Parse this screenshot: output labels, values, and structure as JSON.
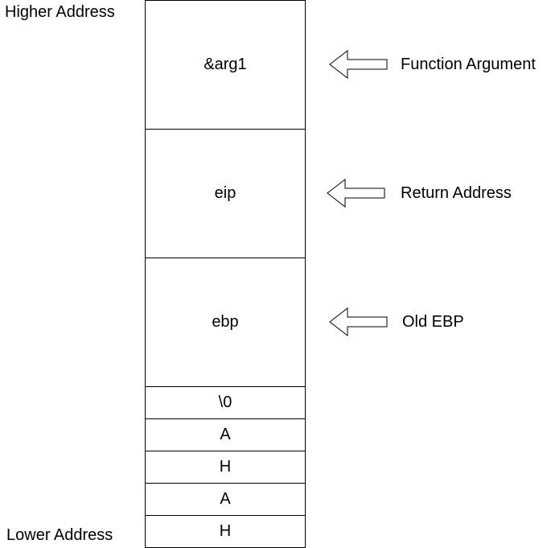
{
  "edges": {
    "higher": "Higher Address",
    "lower": "Lower Address"
  },
  "stack": {
    "cells": [
      "&arg1",
      "eip",
      "ebp",
      "\\0",
      "A",
      "H",
      "A",
      "H"
    ]
  },
  "annotations": [
    {
      "label": "Function Argument"
    },
    {
      "label": "Return Address"
    },
    {
      "label": "Old EBP"
    }
  ],
  "colors": {
    "stroke": "#000000",
    "fill": "#ffffff",
    "text": "#000000"
  }
}
